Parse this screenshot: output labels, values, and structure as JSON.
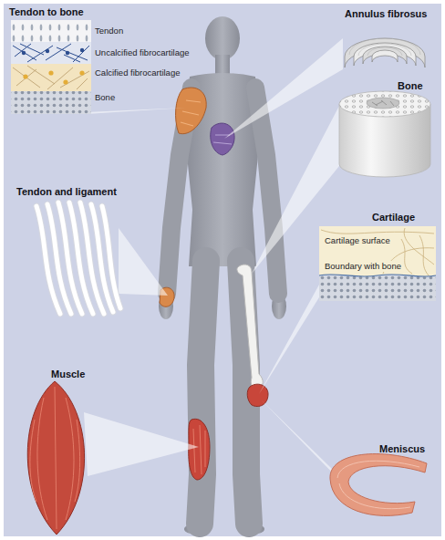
{
  "diagram": {
    "labels": [
      "Tendon to bone",
      "Tendon",
      "Uncalcified fibrocartilage",
      "Calcified fibrocartilage",
      "Bone",
      "Annulus fibrosus",
      "Bone",
      "Tendon and ligament",
      "Cartilage",
      "Cartilage surface",
      "Boundary with bone",
      "Muscle",
      "Meniscus"
    ]
  }
}
